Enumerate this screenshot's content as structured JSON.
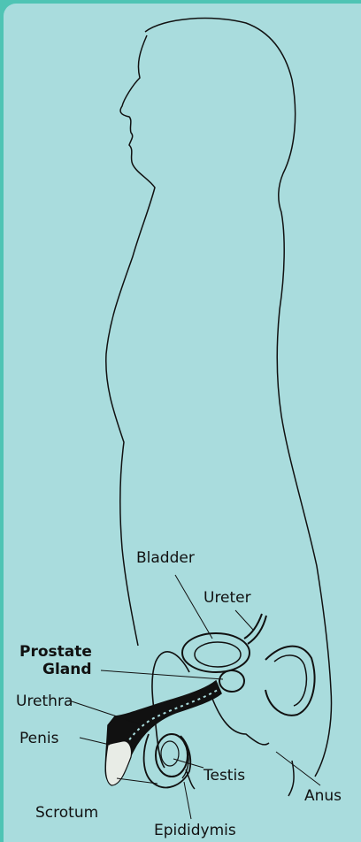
{
  "labels": {
    "bladder": "Bladder",
    "ureter": "Ureter",
    "prostate_line1": "Prostate",
    "prostate_line2": "Gland",
    "urethra": "Urethra",
    "penis": "Penis",
    "testis": "Testis",
    "anus": "Anus",
    "scrotum": "Scrotum",
    "epididymis": "Epididymis"
  },
  "colors": {
    "frame": "#4fc4b4",
    "background": "#a9dcdd",
    "outline": "#111111"
  }
}
